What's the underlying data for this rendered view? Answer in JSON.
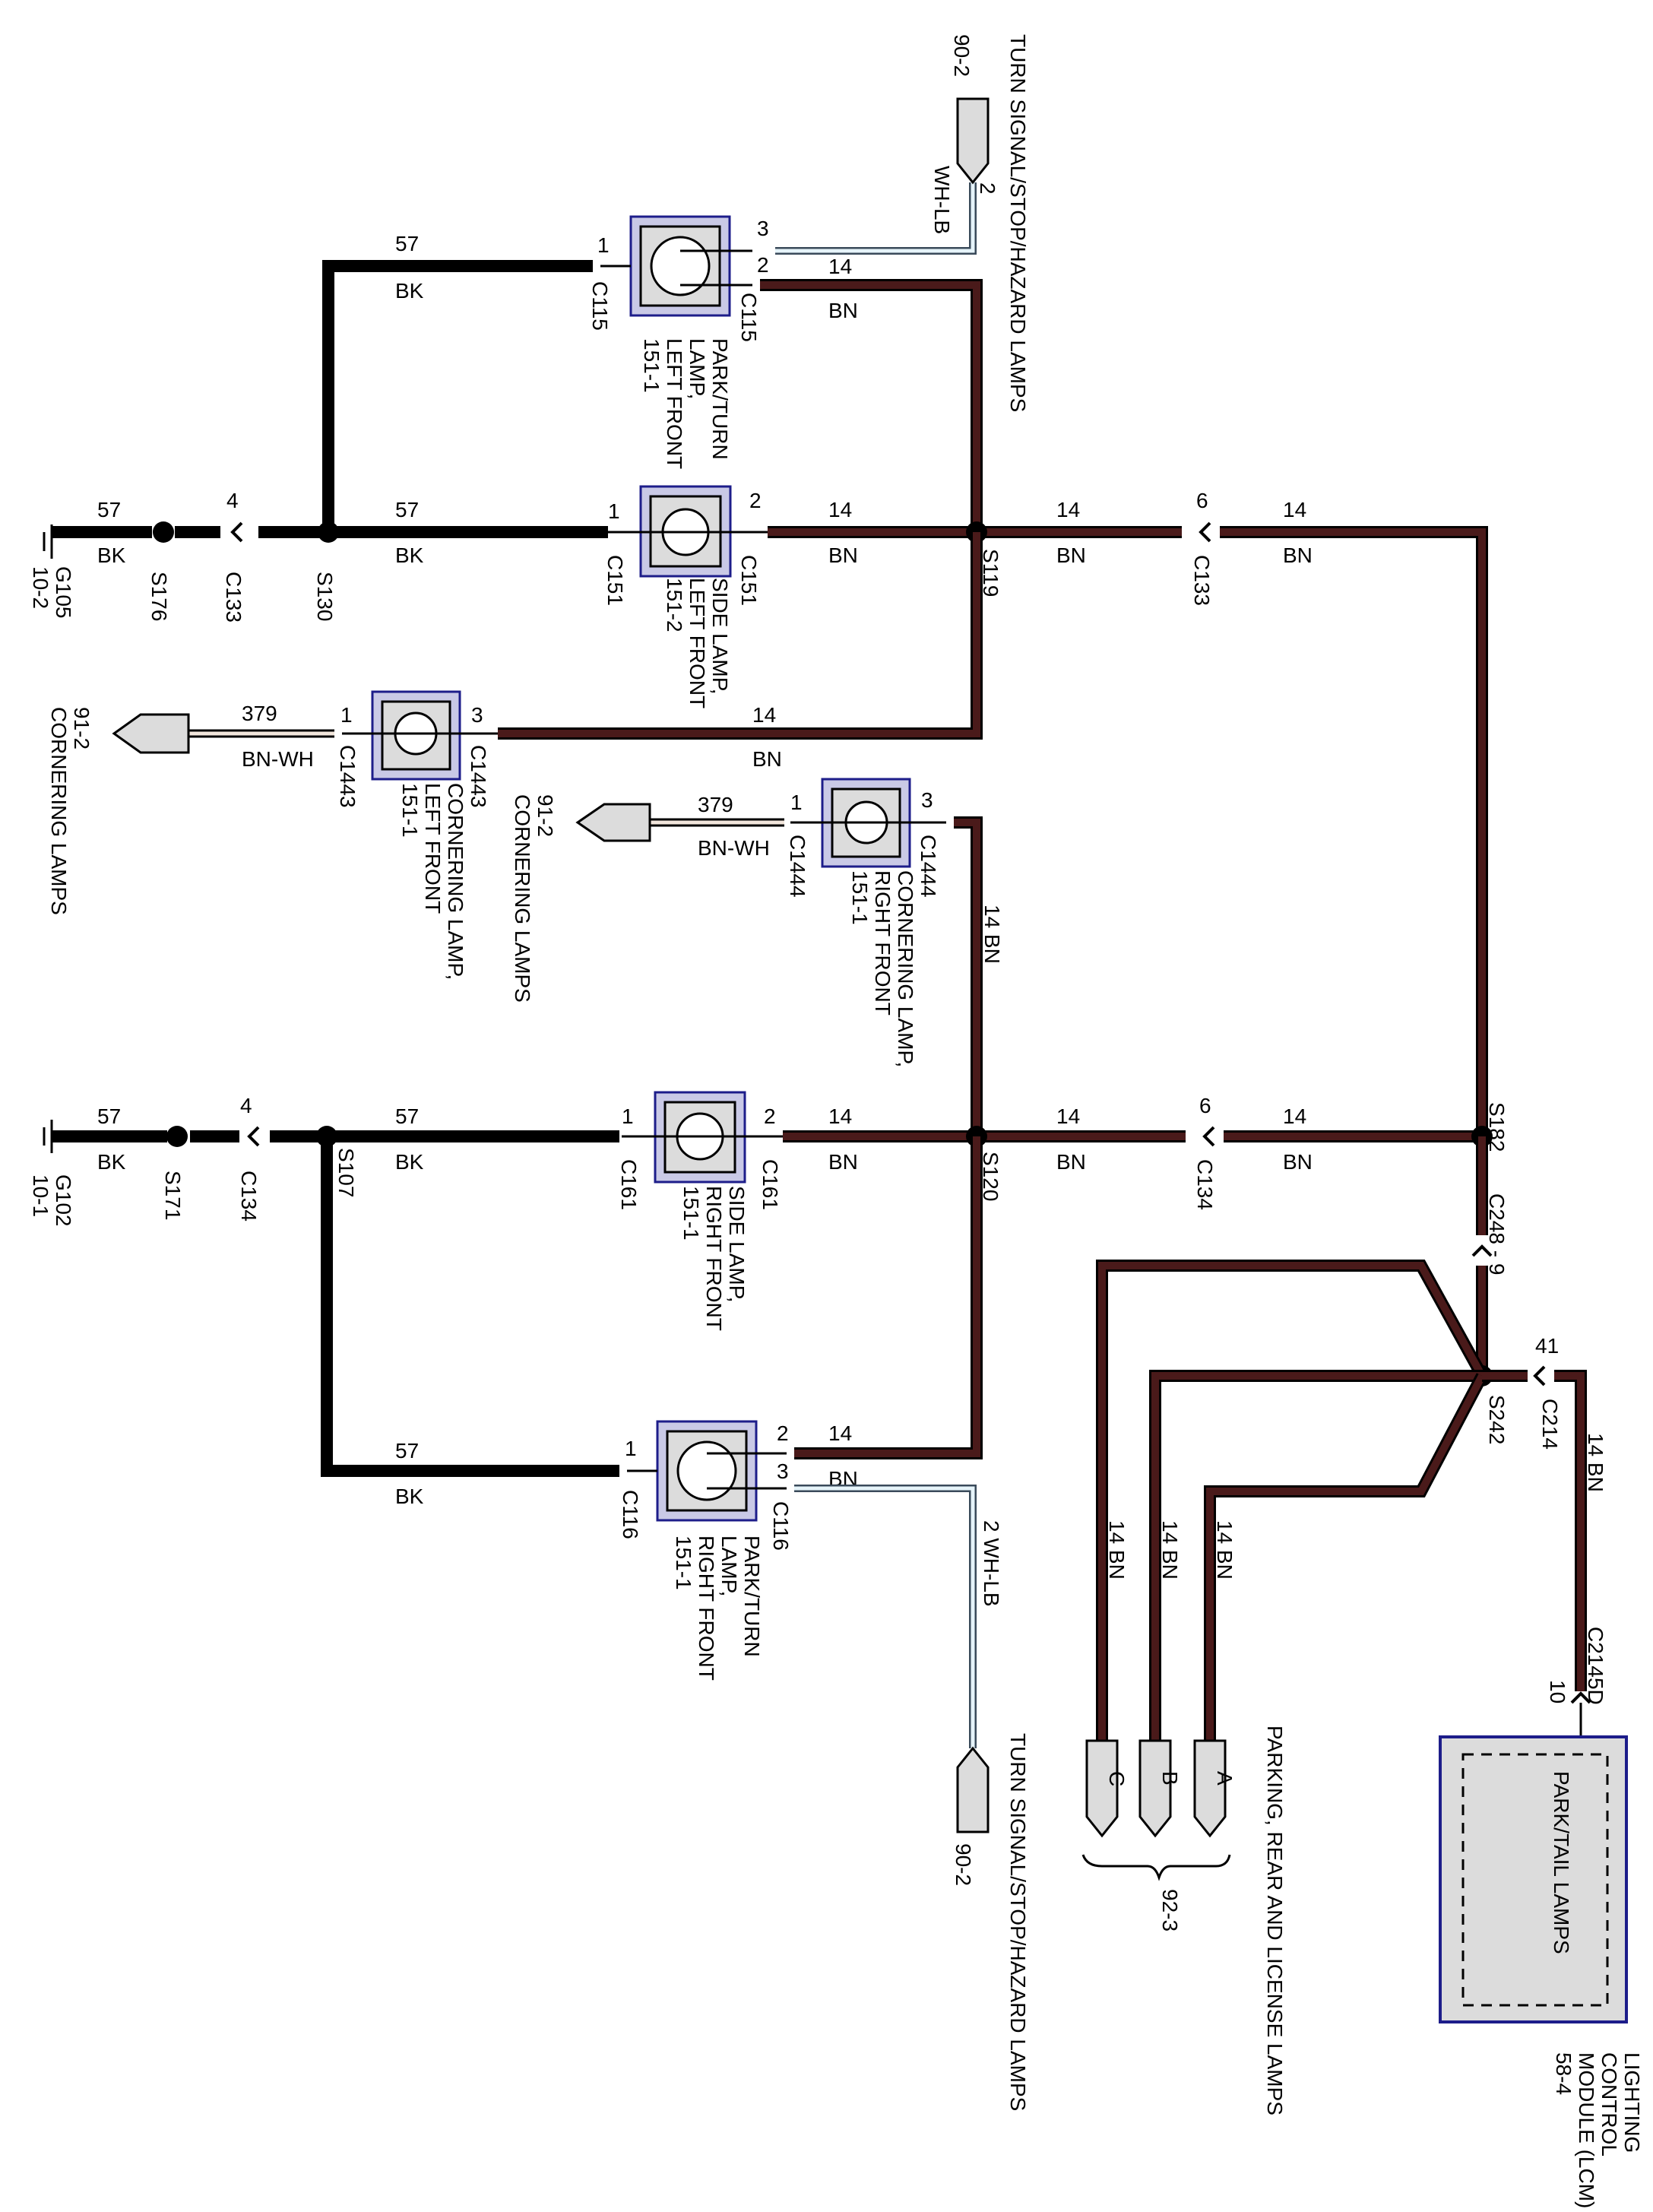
{
  "connectors": {
    "c115": "C115",
    "c151": "C151",
    "c1443": "C1443",
    "c1444": "C1444",
    "c161": "C161",
    "c116": "C116",
    "c133": "C133",
    "c134": "C134",
    "c248": "C248 - 9",
    "c214": "C214",
    "c2145d": "C2145D"
  },
  "splices": {
    "s176": "S176",
    "s130": "S130",
    "s119": "S119",
    "s171": "S171",
    "s107": "S107",
    "s120": "S120",
    "s182": "S182",
    "s242": "S242"
  },
  "grounds": {
    "g105": "G105",
    "g105_ref": "10-2",
    "g102": "G102",
    "g102_ref": "10-1"
  },
  "components": {
    "park_turn_lf": [
      "PARK/TURN",
      "LAMP,",
      "LEFT FRONT",
      "151-1"
    ],
    "side_lf": [
      "SIDE LAMP,",
      "LEFT FRONT",
      "151-2"
    ],
    "corner_lf": [
      "CORNERING LAMP,",
      "LEFT FRONT",
      "151-1"
    ],
    "corner_rf": [
      "CORNERING LAMP,",
      "RIGHT FRONT",
      "151-1"
    ],
    "side_rf": [
      "SIDE LAMP,",
      "RIGHT FRONT",
      "151-1"
    ],
    "park_turn_rf": [
      "PARK/TURN",
      "LAMP,",
      "RIGHT FRONT",
      "151-1"
    ],
    "lcm": [
      "LIGHTING",
      "CONTROL",
      "MODULE (LCM)",
      "58-4"
    ],
    "lcm_inner": "PARK/TAIL LAMPS"
  },
  "refs": {
    "turn_signal_top": "TURN SIGNAL/STOP/HAZARD LAMPS",
    "turn_signal_top_ref": "90-2",
    "turn_signal_bottom": "TURN SIGNAL/STOP/HAZARD LAMPS",
    "turn_signal_bottom_ref": "90-2",
    "cornering_left": "CORNERING LAMPS",
    "cornering_left_ref": "91-2",
    "cornering_mid": "CORNERING LAMPS",
    "cornering_mid_ref": "91-2",
    "parking_rear": "PARKING, REAR AND LICENSE LAMPS",
    "parking_rear_ref": "92-3",
    "pin_a": "A",
    "pin_b": "B",
    "pin_c": "C"
  },
  "wires": {
    "bk_num": "57",
    "bk_color": "BK",
    "bn_num": "14",
    "bn_color": "BN",
    "bnwh_num": "379",
    "bnwh_color": "BN-WH",
    "whlb_num": "2",
    "whlb_color": "WH-LB",
    "bn_label_v": "14 BN",
    "whlb_label_v": "2 WH-LB"
  },
  "pins": {
    "p1": "1",
    "p2": "2",
    "p3": "3",
    "p4": "4",
    "p6": "6",
    "p41": "41",
    "p10": "10"
  }
}
